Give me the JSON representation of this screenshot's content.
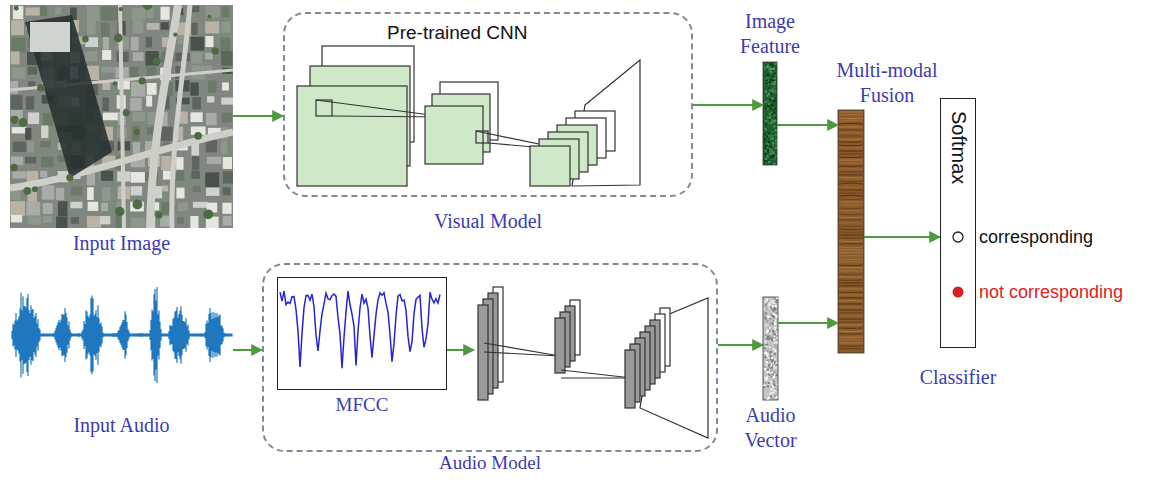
{
  "diagram": {
    "nodes": [
      {
        "text": [
          "Input Image"
        ]
      },
      {
        "text": [
          "Pre-trained CNN",
          "Visual Model"
        ]
      },
      {
        "text": [
          "Image Feature"
        ]
      },
      {
        "text": [
          "Multi-modal Fusion"
        ]
      },
      {
        "text": [
          "Softmax",
          "corresponding",
          "not corresponding",
          "Classifier"
        ]
      },
      {
        "text": [
          "Input Audio"
        ]
      },
      {
        "text": [
          "Audio Model"
        ]
      },
      {
        "text": [
          "MFCC"
        ],
        "in": 6
      },
      {
        "text": [
          "Audio Vector"
        ]
      }
    ],
    "edges": [
      {
        "from": 0,
        "to": 1,
        "arrow": "to"
      },
      {
        "from": 1,
        "to": 2,
        "arrow": "to"
      },
      {
        "from": 2,
        "to": 3,
        "arrow": "to"
      },
      {
        "from": 5,
        "to": 6,
        "arrow": "to"
      },
      {
        "from": 6,
        "to": 8,
        "arrow": "to"
      },
      {
        "from": 8,
        "to": 3,
        "arrow": "to"
      },
      {
        "from": 3,
        "to": 4,
        "arrow": "to"
      }
    ]
  }
}
